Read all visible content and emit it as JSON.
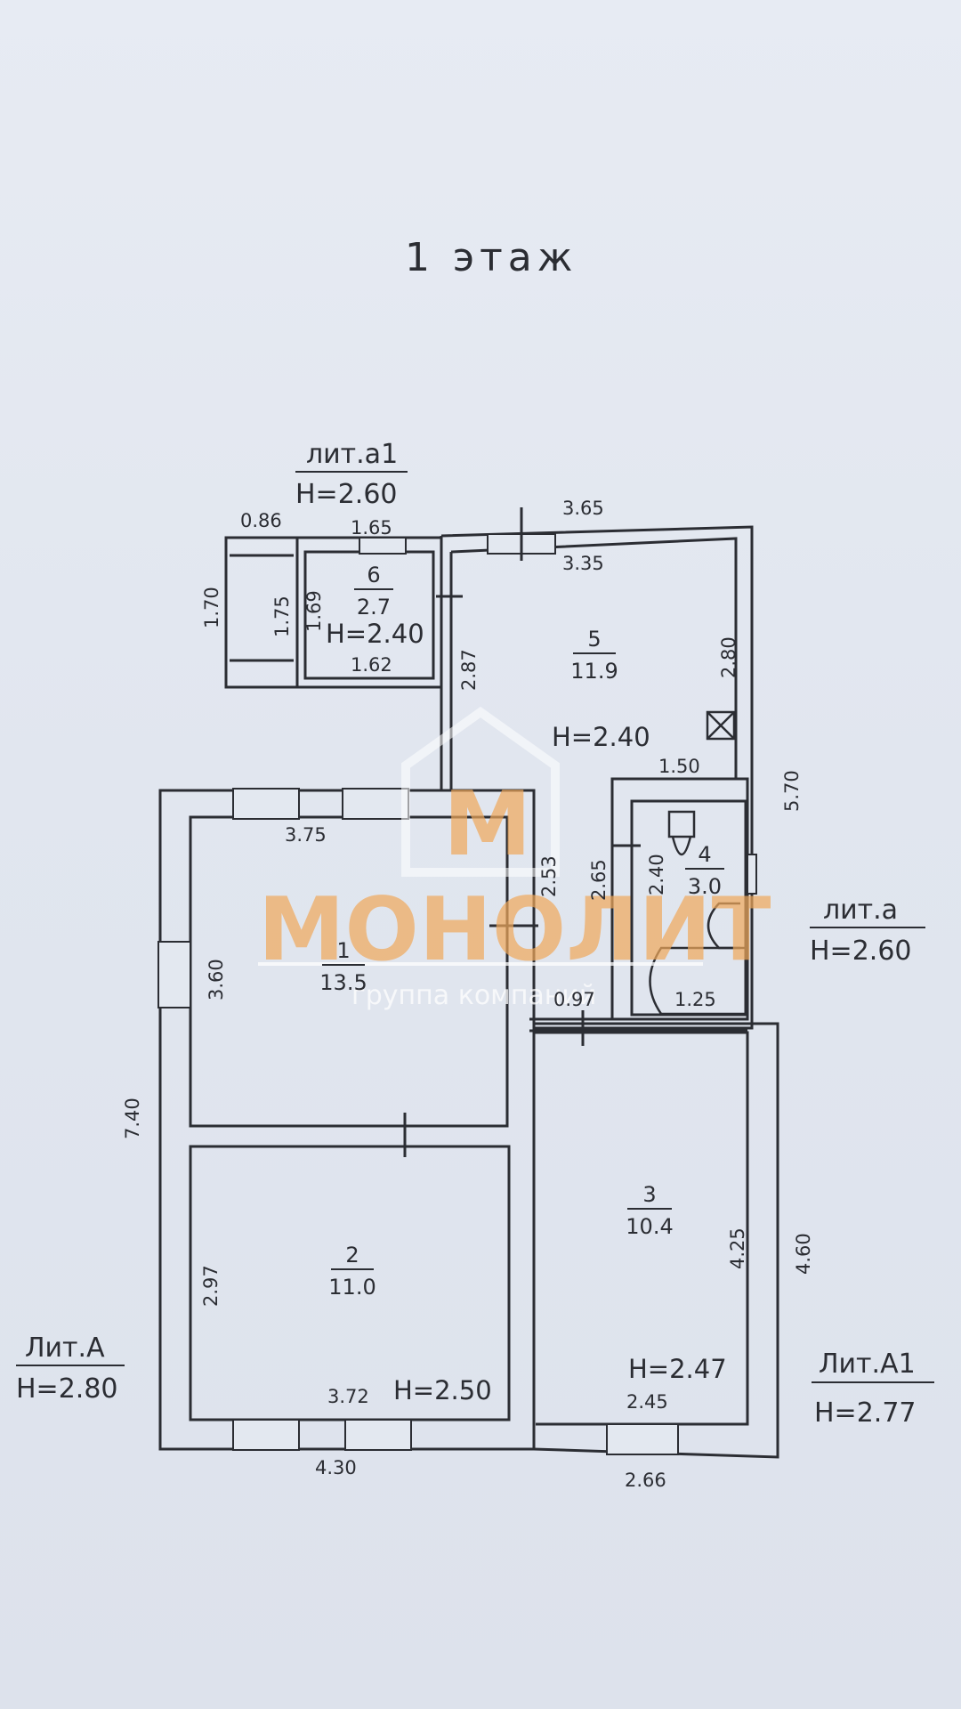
{
  "title": "1 этаж",
  "literas": [
    {
      "id": "lit-a1-small",
      "name": "лит.а1",
      "height": "H=2.60"
    },
    {
      "id": "lit-a-small",
      "name": "лит.а",
      "height": "H=2.60"
    },
    {
      "id": "lit-a-cap",
      "name": "Лит.А",
      "height": "H=2.80"
    },
    {
      "id": "lit-a1-cap",
      "name": "Лит.А1",
      "height": "H=2.77"
    }
  ],
  "rooms": [
    {
      "id": "room-1",
      "number": "1",
      "area": "13.5"
    },
    {
      "id": "room-2",
      "number": "2",
      "area": "11.0"
    },
    {
      "id": "room-3",
      "number": "3",
      "area": "10.4"
    },
    {
      "id": "room-4",
      "number": "4",
      "area": "3.0"
    },
    {
      "id": "room-5",
      "number": "5",
      "area": "11.9"
    },
    {
      "id": "room-6",
      "number": "6",
      "area": "2.7"
    }
  ],
  "heights": [
    "H=2.40",
    "H=2.40",
    "H=2.50",
    "H=2.47"
  ],
  "dimensions": [
    "0.86",
    "1.65",
    "3.65",
    "3.35",
    "1.70",
    "1.75",
    "1.69",
    "1.62",
    "2.87",
    "2.80",
    "5.70",
    "1.50",
    "3.75",
    "2.53",
    "2.65",
    "2.40",
    "0.97",
    "1.25",
    "3.60",
    "7.40",
    "2.97",
    "3.72",
    "4.25",
    "4.60",
    "2.45",
    "4.30",
    "2.66"
  ],
  "watermark": {
    "brand": "МОНОЛИТ",
    "letter": "М",
    "tagline": "группа компаний"
  },
  "colors": {
    "line": "#2b2d33",
    "watermark": "#f0a85a",
    "paper": "#e3e8f0"
  }
}
